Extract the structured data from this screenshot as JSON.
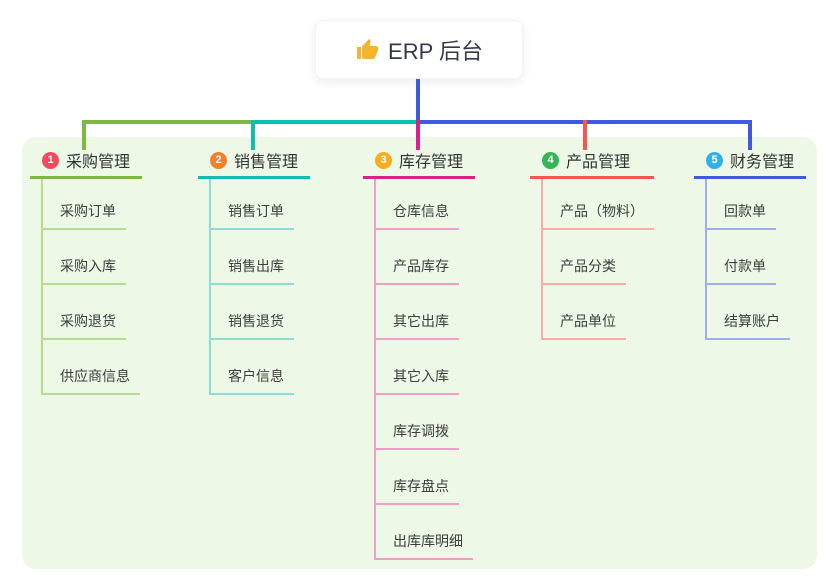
{
  "root": {
    "label": "ERP 后台",
    "icon": "thumbs-up-icon",
    "icon_color": "#f2b52c",
    "line_color": "#3f5ae0"
  },
  "panel": {
    "background": "#edf8e7"
  },
  "branches": [
    {
      "num": "1",
      "title": "采购管理",
      "badge_color": "#f8485e",
      "line_color": "#7cb93e",
      "child_line_color": "#b7dc8f",
      "children": [
        "采购订单",
        "采购入库",
        "采购退货",
        "供应商信息"
      ]
    },
    {
      "num": "2",
      "title": "销售管理",
      "badge_color": "#f5802b",
      "line_color": "#0ebfb1",
      "child_line_color": "#8edcd4",
      "children": [
        "销售订单",
        "销售出库",
        "销售退货",
        "客户信息"
      ]
    },
    {
      "num": "3",
      "title": "库存管理",
      "badge_color": "#fbab1f",
      "line_color": "#dd2089",
      "child_line_color": "#f19fc7",
      "children": [
        "仓库信息",
        "产品库存",
        "其它出库",
        "其它入库",
        "库存调拨",
        "库存盘点",
        "出库库明细"
      ]
    },
    {
      "num": "4",
      "title": "产品管理",
      "badge_color": "#36b457",
      "line_color": "#f6564f",
      "child_line_color": "#fbaca6",
      "children": [
        "产品（物料）",
        "产品分类",
        "产品单位"
      ]
    },
    {
      "num": "5",
      "title": "财务管理",
      "badge_color": "#32b1e9",
      "line_color": "#3f5ae0",
      "child_line_color": "#9daee9",
      "children": [
        "回款单",
        "付款单",
        "结算账户"
      ]
    }
  ]
}
